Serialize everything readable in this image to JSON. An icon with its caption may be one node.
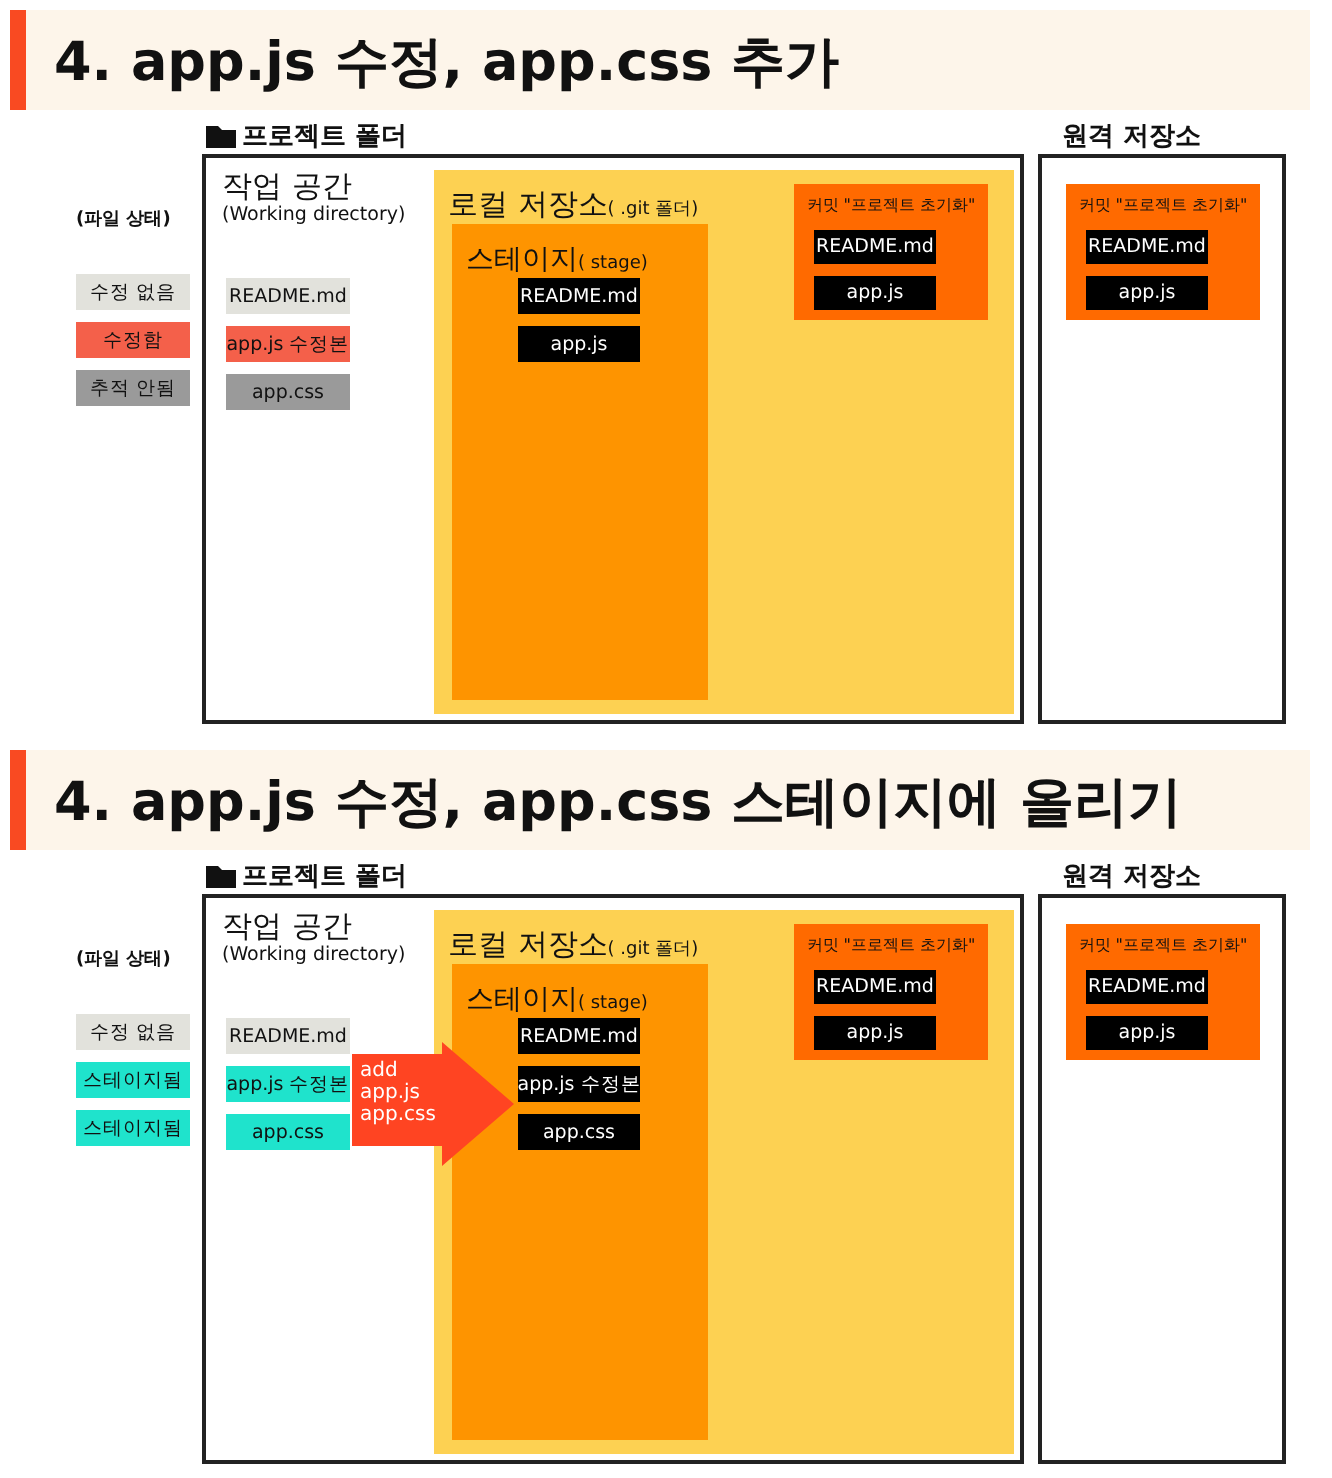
{
  "diagram": {
    "nodes": [
      {
        "text": [
          "4. app.js 수정, app.css 추가"
        ]
      },
      {
        "text": [
          "수정 없음"
        ]
      },
      {
        "text": [
          "수정함"
        ]
      },
      {
        "text": [
          "추적 안됨"
        ]
      },
      {
        "text": [
          "프로젝트 폴더"
        ]
      },
      {
        "text": [
          "README.md"
        ],
        "in": 4
      },
      {
        "text": [
          "app.js 수정본"
        ],
        "in": 4
      },
      {
        "text": [
          "app.css"
        ],
        "in": 4
      },
      {
        "text": [
          "로컬 저장소",
          "( .git 폴더)"
        ],
        "in": 4
      },
      {
        "text": [
          "스테이지",
          "( stage)"
        ],
        "in": 8
      },
      {
        "text": [
          "README.md"
        ],
        "in": 9
      },
      {
        "text": [
          "app.js"
        ],
        "in": 9
      },
      {
        "text": [
          "커밋 \"프로젝트 초기화\""
        ],
        "in": 8
      },
      {
        "text": [
          "README.md"
        ],
        "in": 12
      },
      {
        "text": [
          "app.js"
        ],
        "in": 12
      },
      {
        "text": [
          "원격 저장소"
        ]
      },
      {
        "text": [
          "커밋 \"프로젝트 초기화\""
        ],
        "in": 15
      },
      {
        "text": [
          "README.md"
        ],
        "in": 16
      },
      {
        "text": [
          "app.js"
        ],
        "in": 16
      },
      {
        "text": [
          "4. app.js 수정, app.css 스테이지에 올리기"
        ]
      },
      {
        "text": [
          "수정 없음"
        ]
      },
      {
        "text": [
          "스테이지됨"
        ]
      },
      {
        "text": [
          "스테이지됨"
        ]
      },
      {
        "text": [
          "프로젝트 폴더"
        ]
      },
      {
        "text": [
          "README.md"
        ],
        "in": 23
      },
      {
        "text": [
          "app.js 수정본"
        ],
        "in": 23
      },
      {
        "text": [
          "app.css"
        ],
        "in": 23
      },
      {
        "text": [
          "로컬 저장소",
          "( .git 폴더)"
        ],
        "in": 23
      },
      {
        "text": [
          "스테이지",
          "( stage)"
        ],
        "in": 27
      },
      {
        "text": [
          "README.md"
        ],
        "in": 28
      },
      {
        "text": [
          "app.js 수정본"
        ],
        "in": 28
      },
      {
        "text": [
          "app.css"
        ],
        "in": 28
      },
      {
        "text": [
          "커밋 \"프로젝트 초기화\""
        ],
        "in": 27
      },
      {
        "text": [
          "README.md"
        ],
        "in": 32
      },
      {
        "text": [
          "app.js"
        ],
        "in": 32
      },
      {
        "text": [
          "원격 저장소"
        ]
      },
      {
        "text": [
          "커밋 \"프로젝트 초기화\""
        ],
        "in": 35
      },
      {
        "text": [
          "README.md"
        ],
        "in": 36
      },
      {
        "text": [
          "app.js"
        ],
        "in": 36
      }
    ],
    "edges": [
      {
        "from": 25,
        "to": 28,
        "arrow": "to",
        "label": "add app.js app.css",
        "style": "thick"
      },
      {
        "from": 26,
        "to": 28,
        "arrow": "to",
        "style": "thick"
      }
    ],
    "labels": [
      "(파일 상태)",
      "작업 공간",
      "(Working directory)",
      "(파일 상태)",
      "작업 공간",
      "(Working directory)"
    ]
  }
}
